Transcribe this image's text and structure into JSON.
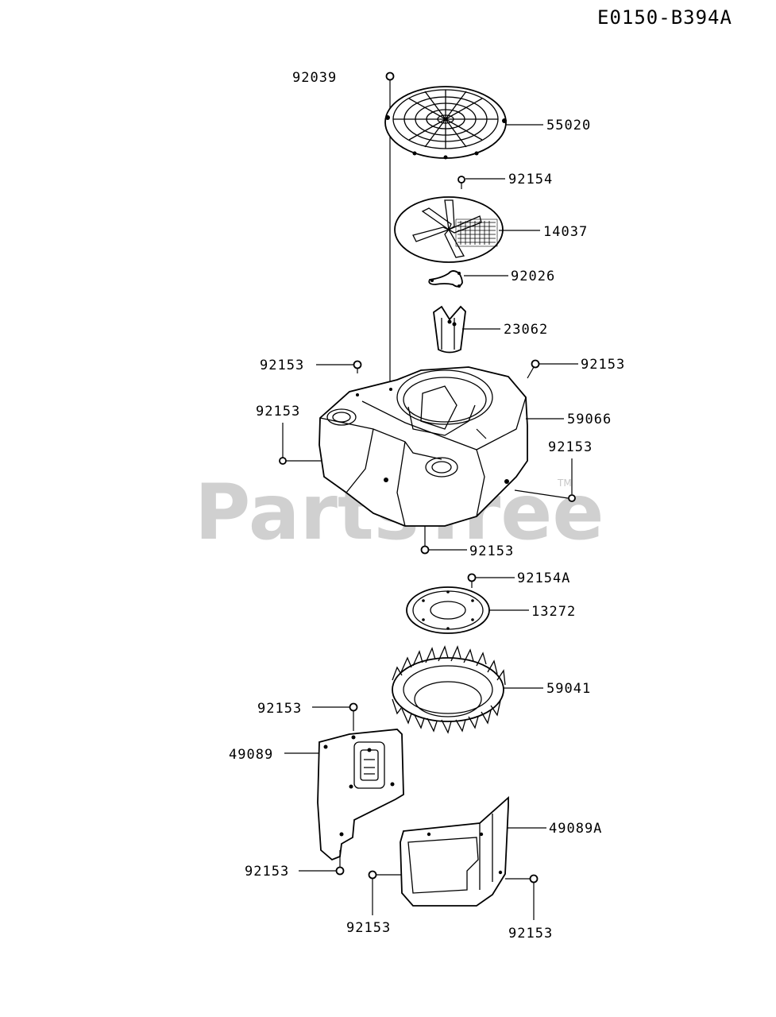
{
  "diagram_code": "E0150-B394A",
  "watermark": "PartsTree",
  "watermark_tm": "TM",
  "labels": {
    "l92039": "92039",
    "l55020": "55020",
    "l92154": "92154",
    "l14037": "14037",
    "l92026": "92026",
    "l23062": "23062",
    "l92153_a": "92153",
    "l92153_b": "92153",
    "l92153_c": "92153",
    "l59066": "59066",
    "l92153_d": "92153",
    "l92153_e": "92153",
    "l92154A": "92154A",
    "l13272": "13272",
    "l59041": "59041",
    "l92153_f": "92153",
    "l49089": "49089",
    "l49089A": "49089A",
    "l92153_g": "92153",
    "l92153_h": "92153",
    "l92153_i": "92153"
  }
}
